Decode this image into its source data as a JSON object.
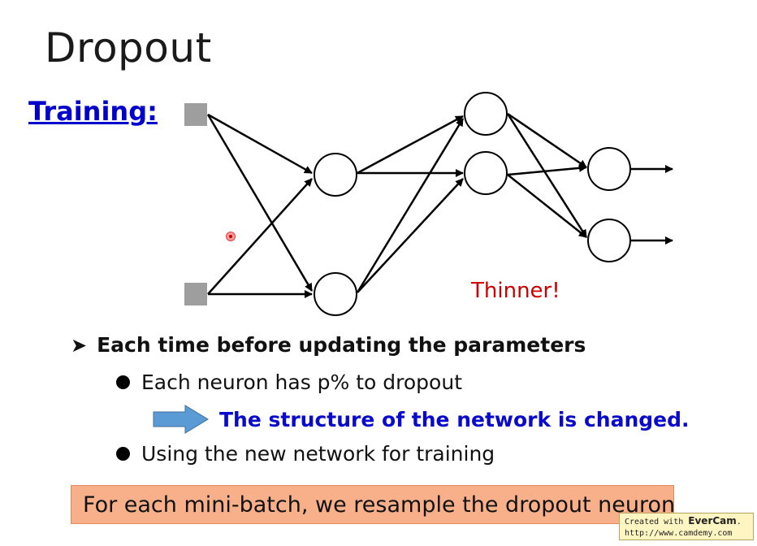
{
  "slide": {
    "title": "Dropout",
    "training_label": "Training:",
    "thinner_label": "Thinner!"
  },
  "bullets": {
    "main": "Each time before updating the parameters",
    "sub1": "Each neuron has p% to dropout",
    "consequence": "The structure of the network is changed.",
    "sub2": "Using the new network for training"
  },
  "note": "For each mini-batch, we resample the dropout neurons",
  "watermark": {
    "prefix": "Created with ",
    "brand": "EverCam",
    "suffix": ".",
    "url": "http://www.camdemy.com"
  },
  "colors": {
    "title": "#1a1a1a",
    "training_link": "#0000cc",
    "thinner": "#cc0000",
    "consequence": "#0a0acc",
    "note_bg": "#f8b08a",
    "arrow_fill": "#5b9bd5",
    "input_node": "#9e9e9e"
  },
  "diagram": {
    "input_nodes": 2,
    "hidden_layer_1_nodes": 2,
    "hidden_layer_2_nodes": 2,
    "output_nodes": 2
  }
}
